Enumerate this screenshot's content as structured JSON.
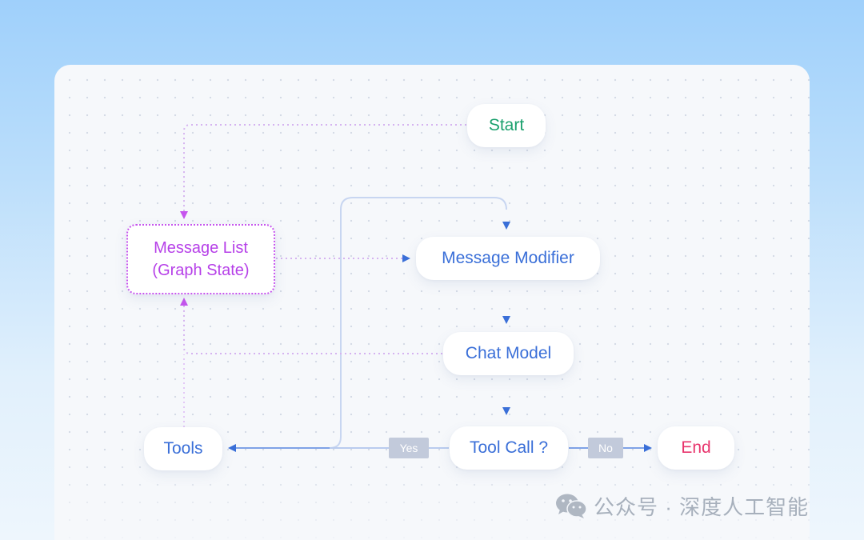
{
  "diagram": {
    "nodes": {
      "start": "Start",
      "message_list_line1": "Message List",
      "message_list_line2": "(Graph State)",
      "message_modifier": "Message Modifier",
      "chat_model": "Chat Model",
      "tool_call": "Tool Call ?",
      "tools": "Tools",
      "end": "End"
    },
    "edge_labels": {
      "yes": "Yes",
      "no": "No"
    }
  },
  "watermark": {
    "text": "公众号 · 深度人工智能",
    "icon": "wechat-icon"
  },
  "colors": {
    "flow_blue": "#3a6fd8",
    "state_purple": "#c655ee",
    "start_green": "#1aa06d",
    "end_pink": "#e8356d",
    "tag_gray": "#c2cadb"
  }
}
